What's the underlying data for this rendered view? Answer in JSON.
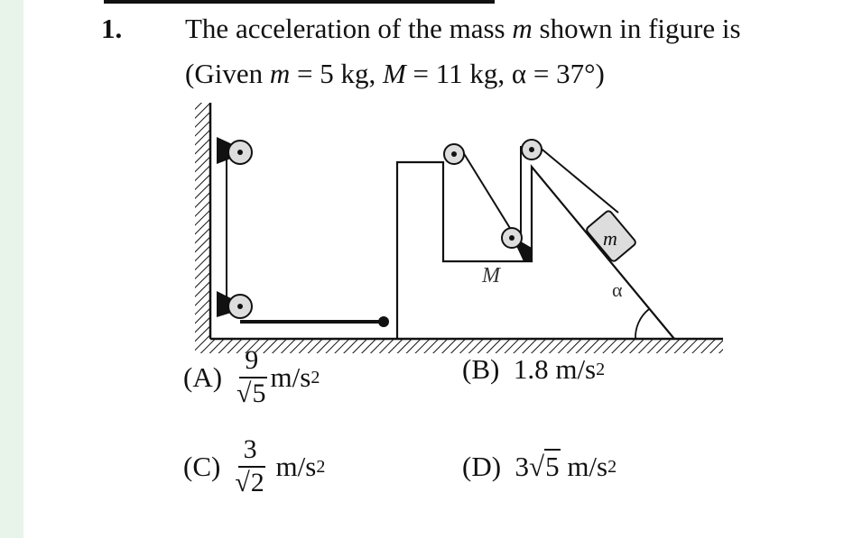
{
  "question": {
    "number": "1.",
    "line1": "The acceleration of the mass m shown in figure is",
    "line1_parts": {
      "pre": "The acceleration of the mass ",
      "var": "m",
      "post": " shown in figure is"
    },
    "line2_parts": {
      "a": "(Given ",
      "m": "m",
      "b": " = 5 kg, ",
      "M": "M",
      "c": " = 11 kg, α = 37°)"
    }
  },
  "figure": {
    "label_M": "M",
    "label_m": "m",
    "label_alpha": "α"
  },
  "options": [
    {
      "label": "(A)",
      "coef": "",
      "num": "9",
      "root": "5",
      "unit": "m/s",
      "exp": "2"
    },
    {
      "label": "(B)",
      "value": "1.8 m/s",
      "exp": "2"
    },
    {
      "label": "(C)",
      "num": "3",
      "root": "2",
      "unit": "m/s",
      "exp": "2"
    },
    {
      "label": "(D)",
      "coef": "3",
      "root": "5",
      "unit": "m/s",
      "exp": "2"
    }
  ]
}
